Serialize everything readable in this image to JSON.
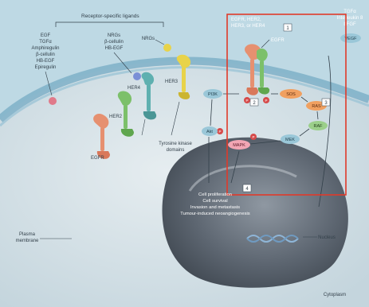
{
  "ligands": {
    "header": "Receptor-specific ligands",
    "egfr_ligands": [
      "EGF",
      "TGFα",
      "Amphiregulin",
      "β-cellulin",
      "HB-EGF",
      "Epiregulin"
    ],
    "nrg_group": [
      "NRGs",
      "β-cellulin",
      "HB-EGF"
    ],
    "nrgs_label": "NRGs"
  },
  "receptors": {
    "her4": "HER4",
    "her3": "HER3",
    "her2": "HER2",
    "egfr_left": "EGFR",
    "egfr_right": "EGFR",
    "top_list": [
      "EGFR, HER2,",
      "HER3, or HER4"
    ]
  },
  "top_right_ligands": [
    "TGFα",
    "Interleukin 8",
    "bFGF"
  ],
  "vegf": "VEGF",
  "tyrosine_label": [
    "Tyrosine kinase",
    "domains"
  ],
  "signaling": {
    "sos": "SOS",
    "ras": "RAS",
    "raf": "RAF",
    "mek": "MEK",
    "mapk": "MAPK",
    "pi3k": "PI3K",
    "akt": "Akt",
    "phospho": "P"
  },
  "markers": [
    "1",
    "2",
    "3",
    "4"
  ],
  "outcomes": [
    "Cell proliferation",
    "Cell survival",
    "Invasion and metastasis",
    "Tumour-induced neoangiogenesis"
  ],
  "compartments": {
    "plasma_membrane": [
      "Plasma",
      "membrane"
    ],
    "nucleus": "Nucleus",
    "cytoplasm": "Cytoplasm"
  },
  "colors": {
    "background": "#b9d6e2",
    "cell": "#d7e3e8",
    "membrane": "#7fb0c8",
    "nucleus": "#5a6470",
    "highlight_box": "#e03a2a",
    "receptor_orange": "#e69070",
    "receptor_green": "#7cc06a",
    "receptor_teal": "#5fb0b0",
    "receptor_yellow": "#e8d34a",
    "node_fill": "#f0a060"
  }
}
